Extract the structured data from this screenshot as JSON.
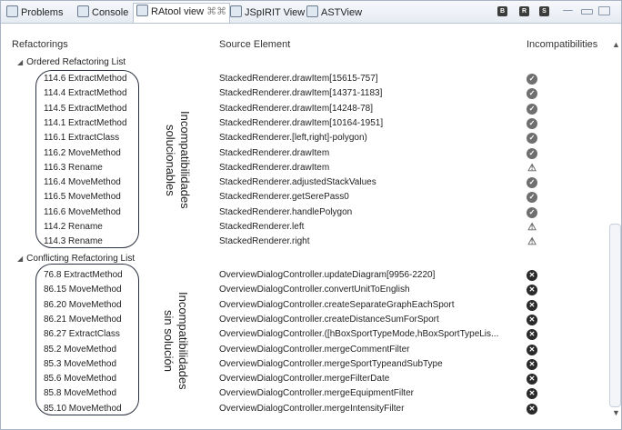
{
  "tabs": [
    {
      "label": "Problems",
      "icon": "problems-icon"
    },
    {
      "label": "Console",
      "icon": "console-icon"
    },
    {
      "label": "RAtool view",
      "icon": "ratool-icon",
      "active": true,
      "suffix": "⌘⌘"
    },
    {
      "label": "JSpIRIT View",
      "icon": "jspirit-icon"
    },
    {
      "label": "ASTView",
      "icon": "astview-icon"
    }
  ],
  "toolbar_buttons": [
    "B",
    "R",
    "S"
  ],
  "columns": {
    "refactorings": "Refactorings",
    "source": "Source Element",
    "incompat": "Incompatibilities"
  },
  "groups": [
    {
      "label": "Ordered Refactoring List",
      "annotation_line1": "Incompatibilidades",
      "annotation_line2": "solucionables",
      "rows": [
        {
          "ref": "114.6 ExtractMethod",
          "src": "StackedRenderer.drawItem[15615-757]",
          "status": "ok"
        },
        {
          "ref": "114.4 ExtractMethod",
          "src": "StackedRenderer.drawItem[14371-1183]",
          "status": "ok"
        },
        {
          "ref": "114.5 ExtractMethod",
          "src": "StackedRenderer.drawItem[14248-78]",
          "status": "ok"
        },
        {
          "ref": "114.1 ExtractMethod",
          "src": "StackedRenderer.drawItem[10164-1951]",
          "status": "ok"
        },
        {
          "ref": "116.1 ExtractClass",
          "src": "StackedRenderer.[left,right]-polygon)",
          "status": "ok"
        },
        {
          "ref": "116.2 MoveMethod",
          "src": "StackedRenderer.drawItem",
          "status": "ok"
        },
        {
          "ref": "116.3 Rename",
          "src": "StackedRenderer.drawItem",
          "status": "warn"
        },
        {
          "ref": "116.4 MoveMethod",
          "src": "StackedRenderer.adjustedStackValues",
          "status": "ok"
        },
        {
          "ref": "116.5 MoveMethod",
          "src": "StackedRenderer.getSerePass0",
          "status": "ok"
        },
        {
          "ref": "116.6 MoveMethod",
          "src": "StackedRenderer.handlePolygon",
          "status": "ok"
        },
        {
          "ref": "114.2 Rename",
          "src": "StackedRenderer.left",
          "status": "warn"
        },
        {
          "ref": "114.3 Rename",
          "src": "StackedRenderer.right",
          "status": "warn"
        }
      ]
    },
    {
      "label": "Conflicting Refactoring List",
      "annotation_line1": "Incompatibilidades",
      "annotation_line2": "sin solución",
      "rows": [
        {
          "ref": "76.8 ExtractMethod",
          "src": "OverviewDialogController.updateDiagram[9956-2220]",
          "status": "err"
        },
        {
          "ref": "86.15 MoveMethod",
          "src": "OverviewDialogController.convertUnitToEnglish",
          "status": "err"
        },
        {
          "ref": "86.20 MoveMethod",
          "src": "OverviewDialogController.createSeparateGraphEachSport",
          "status": "err"
        },
        {
          "ref": "86.21 MoveMethod",
          "src": "OverviewDialogController.createDistanceSumForSport",
          "status": "err"
        },
        {
          "ref": "86.27 ExtractClass",
          "src": "OverviewDialogController.([hBoxSportTypeMode,hBoxSportTypeLis...",
          "status": "err"
        },
        {
          "ref": "85.2 MoveMethod",
          "src": "OverviewDialogController.mergeCommentFilter",
          "status": "err"
        },
        {
          "ref": "85.3 MoveMethod",
          "src": "OverviewDialogController.mergeSportTypeandSubType",
          "status": "err"
        },
        {
          "ref": "85.6 MoveMethod",
          "src": "OverviewDialogController.mergeFilterDate",
          "status": "err"
        },
        {
          "ref": "85.8 MoveMethod",
          "src": "OverviewDialogController.mergeEquipmentFilter",
          "status": "err"
        },
        {
          "ref": "85.10 MoveMethod",
          "src": "OverviewDialogController.mergeIntensityFilter",
          "status": "err"
        }
      ]
    }
  ],
  "status_glyphs": {
    "ok": "✓",
    "warn": "⚠",
    "err": "✕"
  }
}
